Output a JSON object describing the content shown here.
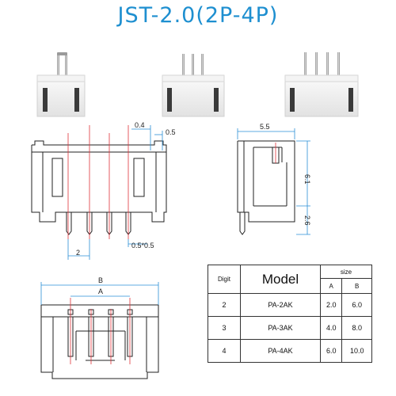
{
  "title": "JST-2.0(2P-4P)",
  "colors": {
    "title": "#1e8fd0",
    "dimension_line": "#2a8fd6",
    "centerline": "#e0333a",
    "outline": "#222222"
  },
  "dimensions": {
    "pin_width": "0.4",
    "pin_offset": "0.5",
    "pitch": "2",
    "pin_section": "0.5*0.5",
    "depth": "5.5",
    "height": "6.1",
    "pin_length": "2.6",
    "overall_label": "B",
    "pitch_span_label": "A"
  },
  "table": {
    "headers": {
      "digit": "Digit",
      "model": "Model",
      "size": "size",
      "a": "A",
      "b": "B"
    },
    "rows": [
      {
        "digit": "2",
        "model": "PA-2AK",
        "a": "2.0",
        "b": "6.0"
      },
      {
        "digit": "3",
        "model": "PA-3AK",
        "a": "4.0",
        "b": "8.0"
      },
      {
        "digit": "4",
        "model": "PA-4AK",
        "a": "6.0",
        "b": "10.0"
      }
    ]
  }
}
